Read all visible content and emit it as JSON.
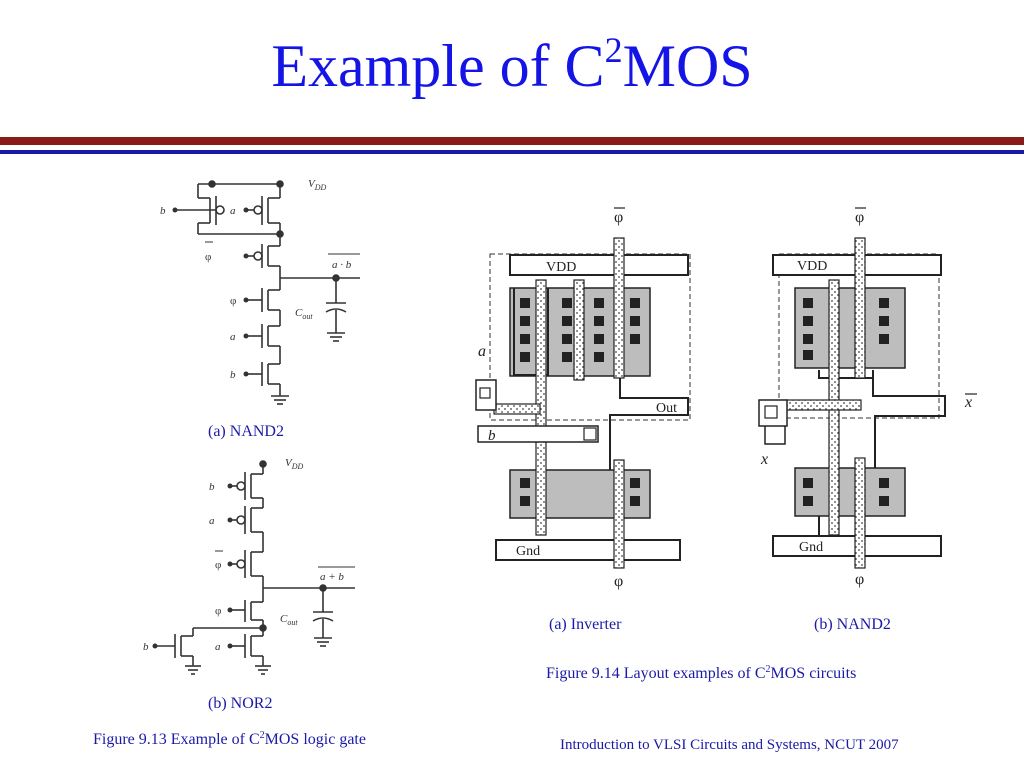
{
  "slide": {
    "title_main": "Example of C",
    "title_sup": "2",
    "title_rest": "MOS",
    "rule_colors": [
      "#8b1a1a",
      "#1a1aa6"
    ],
    "accent_color": "#1414e6"
  },
  "left": {
    "nand": {
      "vdd_label": "V",
      "vdd_sub": "DD",
      "input_b": "b",
      "input_a": "a",
      "phi_bar": "φ",
      "phi": "φ",
      "input_a2": "a",
      "input_b2": "b",
      "output": "a · b",
      "cout": "C",
      "cout_sub": "out",
      "caption": "(a) NAND2"
    },
    "nor": {
      "vdd_label": "V",
      "vdd_sub": "DD",
      "input_b": "b",
      "input_a": "a",
      "phi_bar": "φ",
      "phi": "φ",
      "input_b2": "b",
      "input_a2": "a",
      "output": "a + b",
      "cout": "C",
      "cout_sub": "out",
      "caption": "(b) NOR2"
    },
    "figure_caption_pre": "Figure 9.13 Example of C",
    "figure_caption_sup": "2",
    "figure_caption_post": "MOS logic gate"
  },
  "right": {
    "inverter": {
      "phi_bar": "φ",
      "phi": "φ",
      "vdd": "VDD",
      "gnd": "Gnd",
      "in_a": "a",
      "in_b": "b",
      "out": "Out",
      "caption": "(a) Inverter"
    },
    "nand": {
      "phi_bar": "φ",
      "phi": "φ",
      "vdd": "VDD",
      "gnd": "Gnd",
      "in_x": "x",
      "out_x": "x",
      "caption": "(b) NAND2"
    },
    "figure_caption_pre": "Figure 9.14 Layout examples of C",
    "figure_caption_sup": "2",
    "figure_caption_post": "MOS circuits"
  },
  "footer": "Introduction to VLSI Circuits and Systems, NCUT  2007"
}
